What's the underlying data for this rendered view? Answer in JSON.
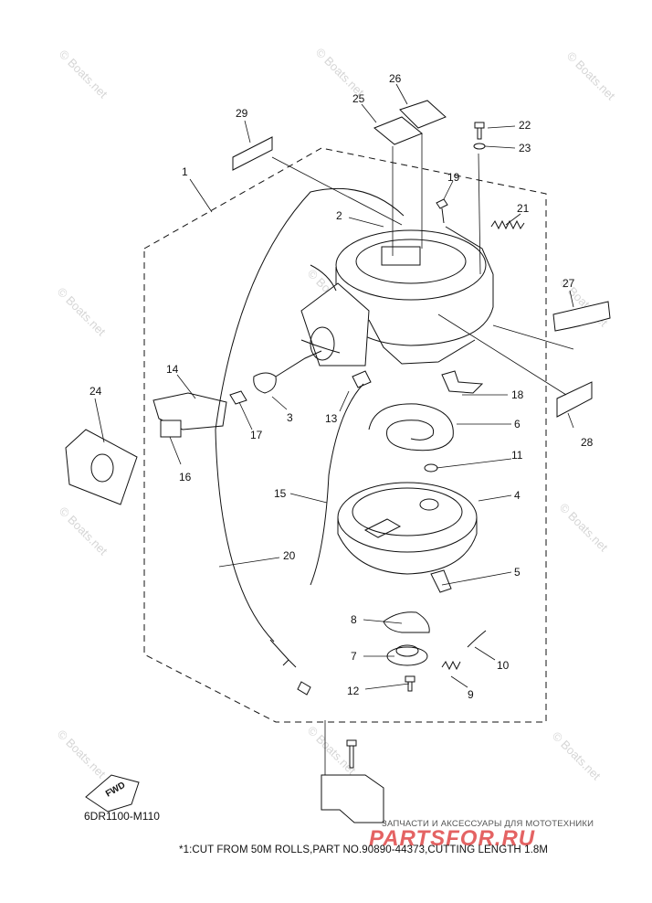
{
  "callouts": [
    {
      "n": "1"
    },
    {
      "n": "2"
    },
    {
      "n": "3"
    },
    {
      "n": "4"
    },
    {
      "n": "5"
    },
    {
      "n": "6"
    },
    {
      "n": "7"
    },
    {
      "n": "8"
    },
    {
      "n": "9"
    },
    {
      "n": "10"
    },
    {
      "n": "11"
    },
    {
      "n": "12"
    },
    {
      "n": "13"
    },
    {
      "n": "14"
    },
    {
      "n": "15"
    },
    {
      "n": "16"
    },
    {
      "n": "17"
    },
    {
      "n": "18"
    },
    {
      "n": "19"
    },
    {
      "n": "20"
    },
    {
      "n": "21"
    },
    {
      "n": "22"
    },
    {
      "n": "23"
    },
    {
      "n": "24"
    },
    {
      "n": "25"
    },
    {
      "n": "26"
    },
    {
      "n": "27"
    },
    {
      "n": "28"
    },
    {
      "n": "29"
    }
  ],
  "diagram_code": "6DR1100-M110",
  "footnote": "*1:CUT FROM 50M ROLLS,PART NO.90890-44373,CUTTING LENGTH 1.8M",
  "watermark": "© Boats.net",
  "fwd_label": "FWD",
  "brand": {
    "subtitle": "ЗАПЧАСТИ И АКСЕССУАРЫ ДЛЯ МОТОТЕХНИКИ",
    "name": "PARTSFOR.RU"
  },
  "colors": {
    "line": "#111111",
    "watermark": "#d6d6d6",
    "brand": "#e04848"
  }
}
